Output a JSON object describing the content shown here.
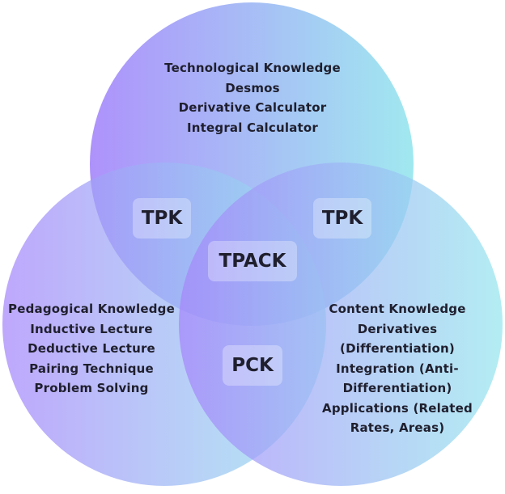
{
  "colors": {
    "circle_gradient_start": "#a586fb",
    "circle_gradient_end": "#96e6ee",
    "text": "#1f1f2e"
  },
  "circles": {
    "technological": {
      "heading": "Technological Knowledge",
      "items": [
        "Desmos",
        "Derivative Calculator",
        "Integral Calculator"
      ]
    },
    "pedagogical": {
      "heading": "Pedagogical Knowledge",
      "items": [
        "Inductive Lecture",
        "Deductive Lecture",
        "Pairing Technique",
        "Problem Solving"
      ]
    },
    "content": {
      "heading": "Content Knowledge",
      "lines": [
        "Derivatives",
        "(Differentiation)",
        "Integration (Anti-",
        "Differentiation)",
        "Applications (Related",
        "Rates, Areas)"
      ]
    }
  },
  "overlaps": {
    "tpk_left": "TPK",
    "tpk_right": "TPK",
    "tpack": "TPACK",
    "pck": "PCK"
  }
}
